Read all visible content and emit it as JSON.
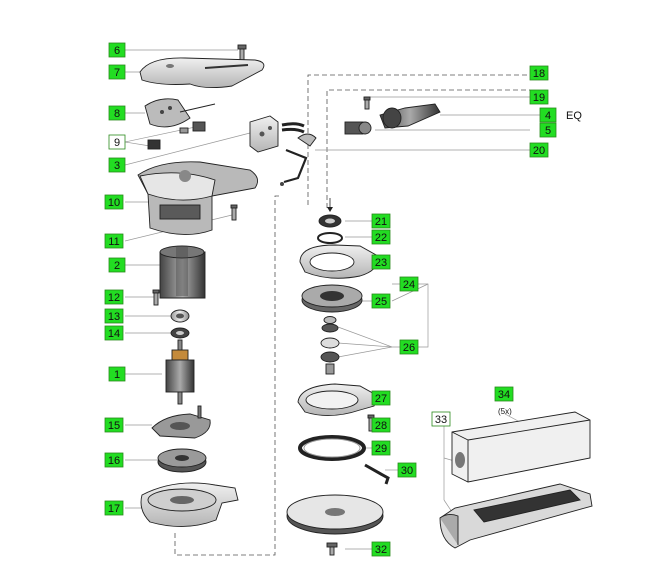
{
  "labels": [
    {
      "id": "6",
      "green": true
    },
    {
      "id": "7",
      "green": true
    },
    {
      "id": "8",
      "green": true
    },
    {
      "id": "9",
      "green": false
    },
    {
      "id": "3",
      "green": true
    },
    {
      "id": "10",
      "green": true
    },
    {
      "id": "11",
      "green": true
    },
    {
      "id": "2",
      "green": true
    },
    {
      "id": "12",
      "green": true
    },
    {
      "id": "13",
      "green": true
    },
    {
      "id": "14",
      "green": true
    },
    {
      "id": "1",
      "green": true
    },
    {
      "id": "15",
      "green": true
    },
    {
      "id": "16",
      "green": true
    },
    {
      "id": "17",
      "green": true
    },
    {
      "id": "18",
      "green": true
    },
    {
      "id": "19",
      "green": true
    },
    {
      "id": "4",
      "green": true
    },
    {
      "id": "5",
      "green": true
    },
    {
      "id": "20",
      "green": true
    },
    {
      "id": "21",
      "green": true
    },
    {
      "id": "22",
      "green": true
    },
    {
      "id": "23",
      "green": true
    },
    {
      "id": "24",
      "green": true
    },
    {
      "id": "25",
      "green": true
    },
    {
      "id": "26",
      "green": true
    },
    {
      "id": "27",
      "green": true
    },
    {
      "id": "28",
      "green": true
    },
    {
      "id": "29",
      "green": true
    },
    {
      "id": "30",
      "green": true
    },
    {
      "id": "32",
      "green": true
    },
    {
      "id": "34",
      "green": true
    },
    {
      "id": "33",
      "green": false
    }
  ],
  "eq_text": "EQ",
  "pack_text": "(5x)",
  "colors": {
    "label_fill": "#22dd22",
    "label_border": "#2a8a1c",
    "part_fill": "#d8d8d8",
    "part_dark": "#8a8a8a"
  }
}
